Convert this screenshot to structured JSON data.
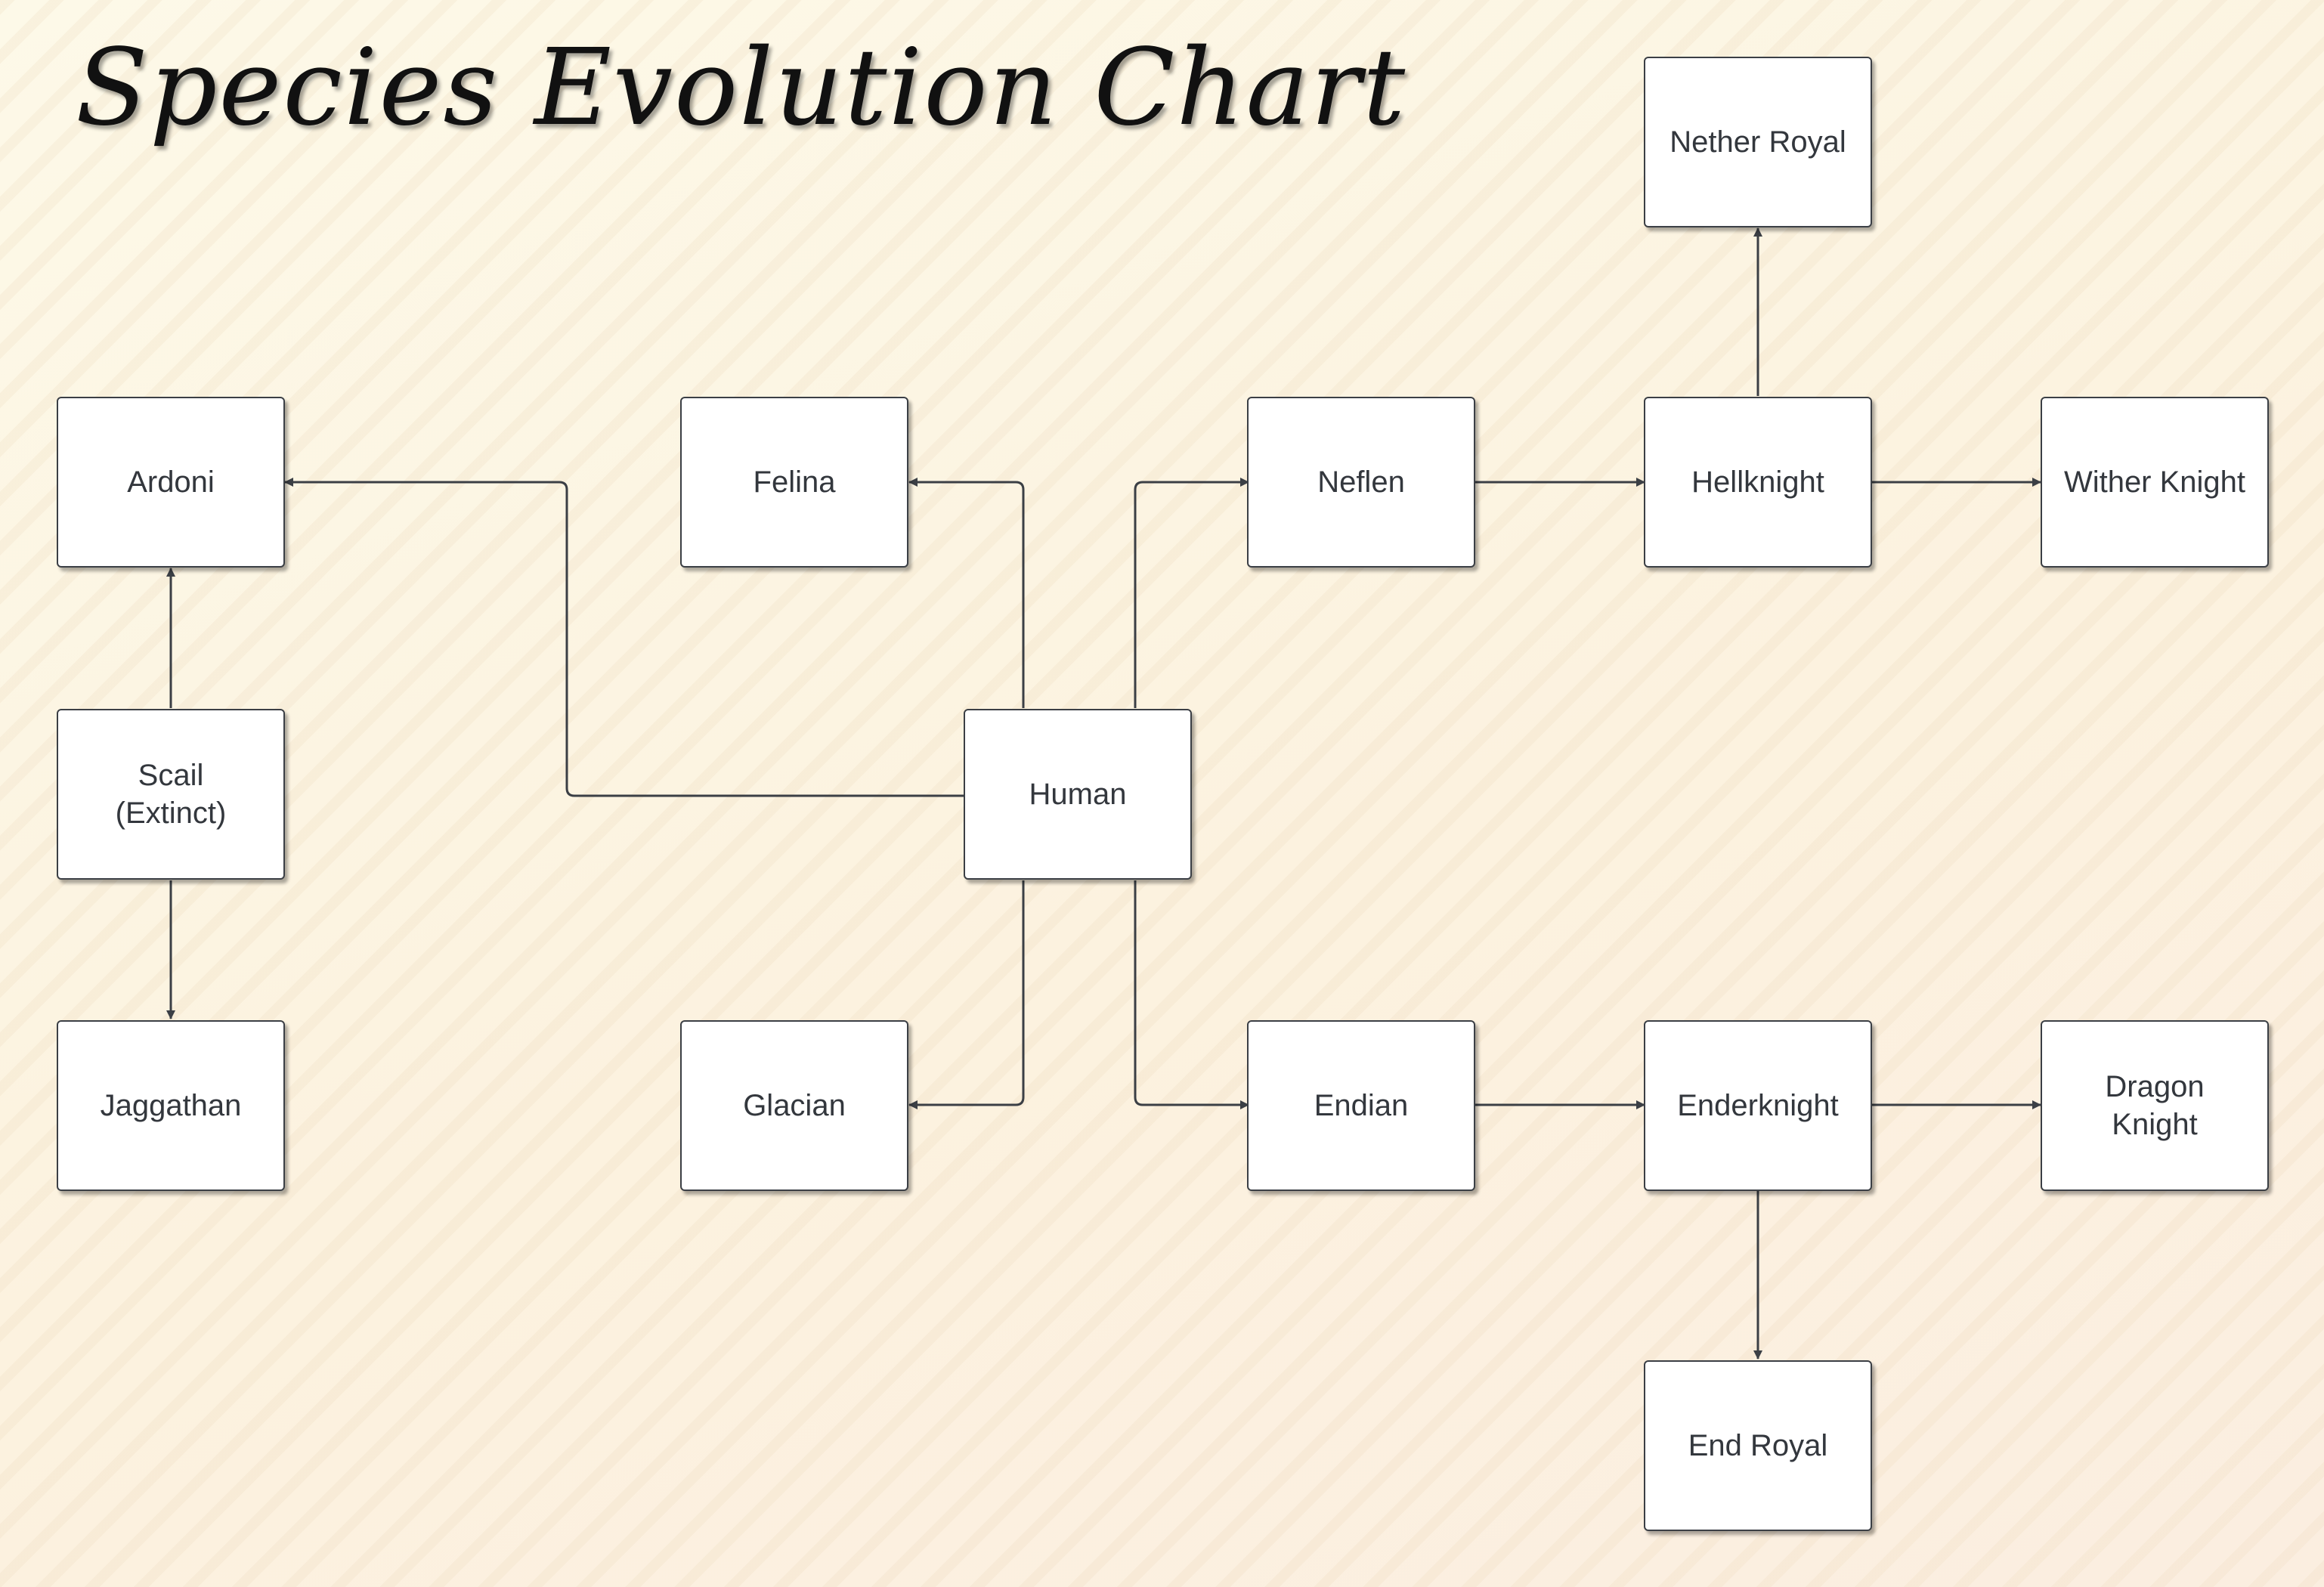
{
  "title": "Species Evolution Chart",
  "nodes": {
    "nether_royal": "Nether Royal",
    "ardoni": "Ardoni",
    "felina": "Felina",
    "neflen": "Neflen",
    "hellknight": "Hellknight",
    "wither_knight": "Wither Knight",
    "scail": "Scail\n(Extinct)",
    "human": "Human",
    "jaggathan": "Jaggathan",
    "glacian": "Glacian",
    "endian": "Endian",
    "enderknight": "Enderknight",
    "dragon_knight": "Dragon\nKnight",
    "end_royal": "End Royal"
  },
  "edges": [
    {
      "from": "human",
      "to": "ardoni"
    },
    {
      "from": "human",
      "to": "felina"
    },
    {
      "from": "human",
      "to": "neflen"
    },
    {
      "from": "human",
      "to": "glacian"
    },
    {
      "from": "human",
      "to": "endian"
    },
    {
      "from": "scail",
      "to": "ardoni"
    },
    {
      "from": "scail",
      "to": "jaggathan"
    },
    {
      "from": "neflen",
      "to": "hellknight"
    },
    {
      "from": "hellknight",
      "to": "nether_royal"
    },
    {
      "from": "hellknight",
      "to": "wither_knight"
    },
    {
      "from": "endian",
      "to": "enderknight"
    },
    {
      "from": "enderknight",
      "to": "dragon_knight"
    },
    {
      "from": "enderknight",
      "to": "end_royal"
    }
  ],
  "colors": {
    "background": "#fdf6e3",
    "node_fill": "#ffffff",
    "node_border": "#3b3f45",
    "connector": "#3b3f45",
    "text": "#33373d"
  }
}
